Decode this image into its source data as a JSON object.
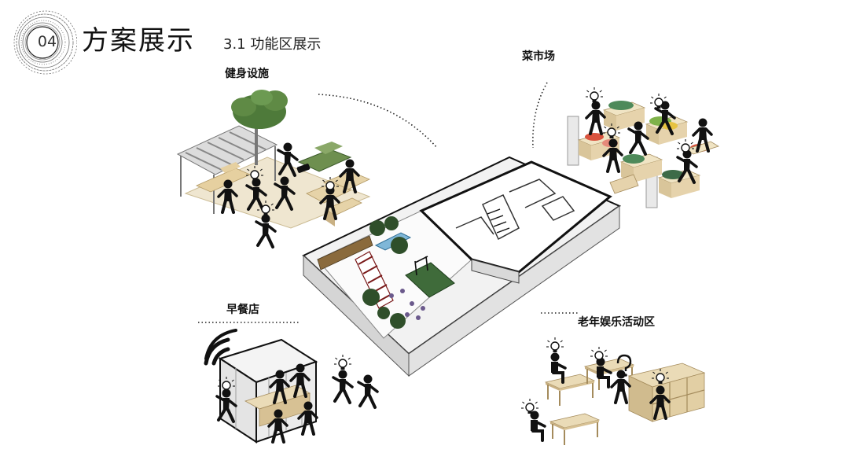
{
  "header": {
    "number": "04",
    "title": "方案展示",
    "section": "3.1  功能区展示"
  },
  "zones": {
    "fitness": "健身设施",
    "market": "菜市场",
    "breakfast": "早餐店",
    "elderly": "老年娱乐活动区"
  },
  "colors": {
    "ink": "#111111",
    "tree_green": "#4e7a3a",
    "wood": "#e6d3a8",
    "court_green": "#3f6b3a",
    "floor_white": "#f2f2f2",
    "produce_red": "#d9533e",
    "produce_yellow": "#e7c341"
  },
  "icons": [
    "idea-bulb-icon",
    "wifi-signal-icon",
    "person-figure-icon",
    "tree-icon",
    "market-stall-icon",
    "pavilion-icon"
  ]
}
